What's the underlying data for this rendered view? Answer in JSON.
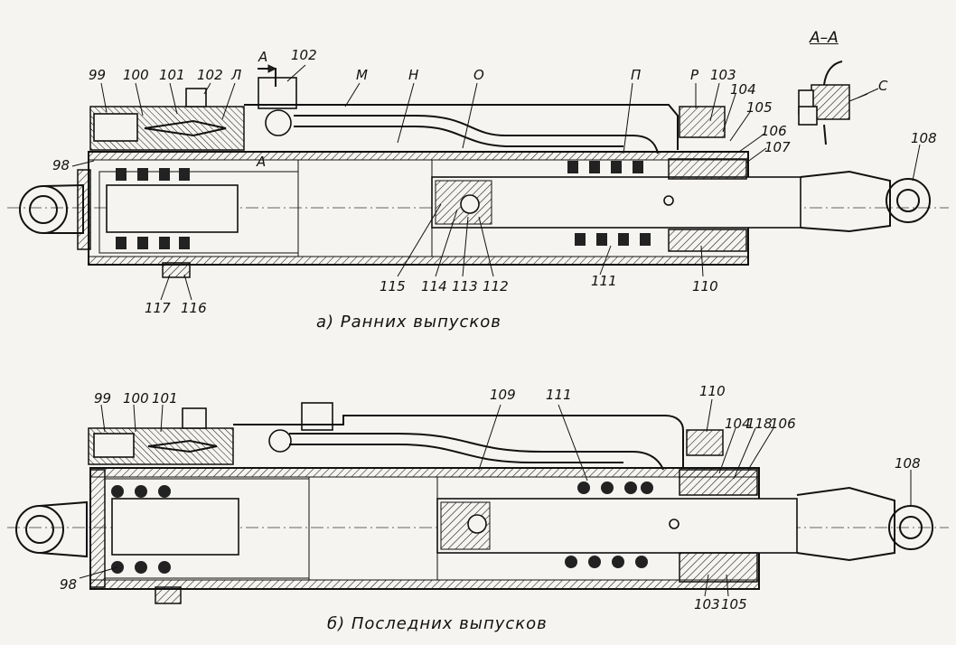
{
  "top_figure": {
    "caption": "а)  Ранних  выпусков",
    "section_marker": "А",
    "section_label": "А–А",
    "labels": [
      "99",
      "100",
      "101",
      "102",
      "Л",
      "102",
      "М",
      "Н",
      "О",
      "П",
      "Р",
      "103",
      "104",
      "105",
      "106",
      "107",
      "108",
      "98",
      "А",
      "115",
      "114",
      "113",
      "112",
      "111",
      "110",
      "117",
      "116",
      "С"
    ]
  },
  "bottom_figure": {
    "caption": "б)  Последних  выпусков",
    "labels": [
      "99",
      "100",
      "101",
      "109",
      "111",
      "110",
      "104",
      "118",
      "106",
      "108",
      "98",
      "103",
      "105"
    ]
  }
}
